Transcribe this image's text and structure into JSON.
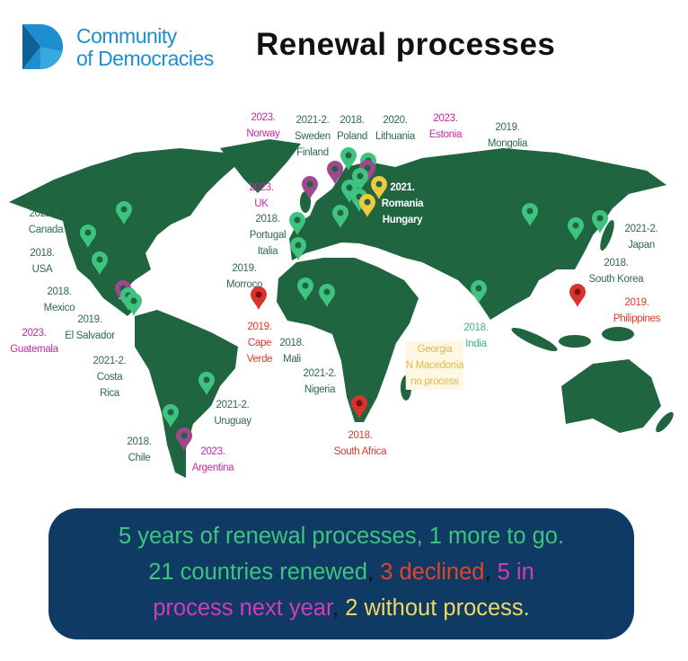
{
  "logo": {
    "line1": "Community",
    "line2": "of Democracies"
  },
  "title": "Renewal processes",
  "colors": {
    "renewed": "#3ec47f",
    "declined": "#d93a2b",
    "next_year": "#a0478f",
    "no_process": "#f0c93c",
    "map": "#1f6540",
    "banner": "#0e3a63"
  },
  "labels": [
    {
      "year": "2023.",
      "name": "Norway",
      "status": "next_year"
    },
    {
      "year": "2021-2.",
      "name": "Sweden",
      "name2": "Finland",
      "status": "renewed"
    },
    {
      "year": "2018.",
      "name": "Poland",
      "status": "renewed"
    },
    {
      "year": "2020.",
      "name": "Lithuania",
      "status": "renewed"
    },
    {
      "year": "2023.",
      "name": "Estonia",
      "status": "next_year"
    },
    {
      "year": "2019.",
      "name": "Mongolia",
      "status": "renewed"
    },
    {
      "year": "2023.",
      "name": "UK",
      "status": "next_year"
    },
    {
      "year": "2018.",
      "name": "Portugal",
      "name2": "Italia",
      "status": "renewed"
    },
    {
      "year": "2019.",
      "name": "Morroco",
      "status": "renewed"
    },
    {
      "year": "2019.",
      "name": "Cape",
      "name2": "Verde",
      "status": "declined"
    },
    {
      "year": "2018.",
      "name": "Mali",
      "status": "renewed"
    },
    {
      "year": "2021-2.",
      "name": "Nigeria",
      "status": "renewed"
    },
    {
      "year": "2018.",
      "name": "South Africa",
      "status": "declined"
    },
    {
      "year": "2021.",
      "name": "Romania",
      "name2": "Hungary",
      "status": "no_process"
    },
    {
      "year": "Georgia",
      "name": "N Macedonia",
      "name2": "no process",
      "status": "no_process"
    },
    {
      "year": "2018.",
      "name": "India",
      "status": "renewed"
    },
    {
      "year": "2021-2.",
      "name": "Japan",
      "status": "renewed"
    },
    {
      "year": "2018.",
      "name": "South Korea",
      "status": "renewed"
    },
    {
      "year": "2019.",
      "name": "Philippines",
      "status": "declined"
    },
    {
      "year": "2021-2.",
      "name": "Canada",
      "status": "renewed"
    },
    {
      "year": "2018.",
      "name": "USA",
      "status": "renewed"
    },
    {
      "year": "2018.",
      "name": "Mexico",
      "status": "renewed"
    },
    {
      "year": "2019.",
      "name": "El Salvador",
      "status": "renewed"
    },
    {
      "year": "2023.",
      "name": "Guatemala",
      "status": "next_year"
    },
    {
      "year": "2021-2.",
      "name": "Costa",
      "name2": "Rica",
      "status": "renewed"
    },
    {
      "year": "2021-2.",
      "name": "Uruguay",
      "status": "renewed"
    },
    {
      "year": "2018.",
      "name": "Chile",
      "status": "renewed"
    },
    {
      "year": "2023.",
      "name": "Argentina",
      "status": "next_year"
    }
  ],
  "banner": {
    "line1": "5 years of renewal processes, 1 more to go.",
    "renewed": "21 countries renewed",
    "sep1": ", ",
    "declined": "3 declined",
    "sep2": ", ",
    "next_year_a": "5 in",
    "next_year_b": "process next year",
    "sep3": ", ",
    "no_process": "2 without process."
  }
}
